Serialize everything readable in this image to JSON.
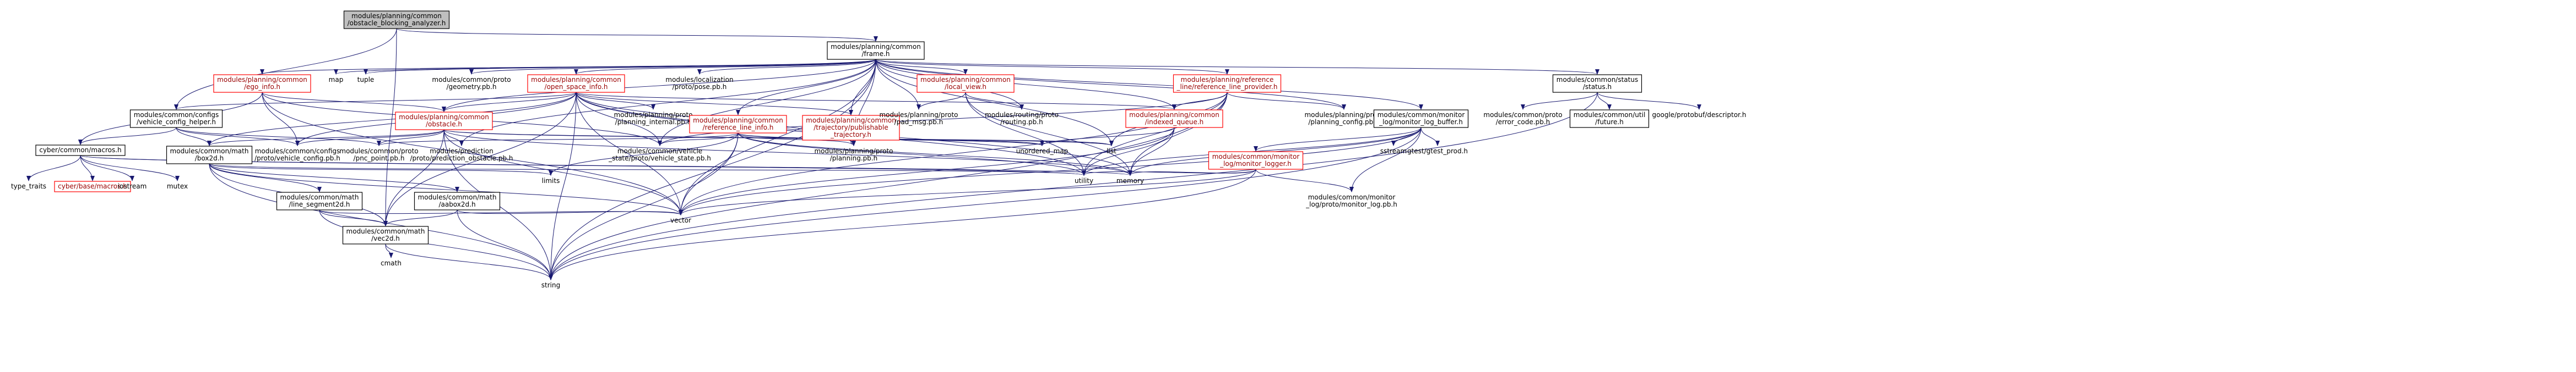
{
  "colors": {
    "edge": "#191970",
    "root_fill": "#bfbfbf",
    "missing_border": "#ff0000"
  },
  "nodes": [
    {
      "id": "root",
      "lines": [
        "modules/planning/common",
        "/obstacle_blocking_analyzer.h"
      ],
      "style": "root"
    },
    {
      "id": "frame",
      "lines": [
        "modules/planning/common",
        "/frame.h"
      ],
      "style": "normal"
    },
    {
      "id": "ego",
      "lines": [
        "modules/planning/common",
        "/ego_info.h"
      ],
      "style": "red"
    },
    {
      "id": "map",
      "lines": [
        "map"
      ],
      "style": "plain"
    },
    {
      "id": "tuple",
      "lines": [
        "tuple"
      ],
      "style": "plain"
    },
    {
      "id": "geometry",
      "lines": [
        "modules/common/proto",
        "/geometry.pb.h"
      ],
      "style": "plain"
    },
    {
      "id": "osi",
      "lines": [
        "modules/planning/common",
        "/open_space_info.h"
      ],
      "style": "red"
    },
    {
      "id": "pose",
      "lines": [
        "modules/localization",
        "/proto/pose.pb.h"
      ],
      "style": "plain"
    },
    {
      "id": "localview",
      "lines": [
        "modules/planning/common",
        "/local_view.h"
      ],
      "style": "red"
    },
    {
      "id": "rlp",
      "lines": [
        "modules/planning/reference",
        "_line/reference_line_provider.h"
      ],
      "style": "red"
    },
    {
      "id": "status",
      "lines": [
        "modules/common/status",
        "/status.h"
      ],
      "style": "normal"
    },
    {
      "id": "vch",
      "lines": [
        "modules/common/configs",
        "/vehicle_config_helper.h"
      ],
      "style": "normal"
    },
    {
      "id": "obstacle",
      "lines": [
        "modules/planning/common",
        "/obstacle.h"
      ],
      "style": "red"
    },
    {
      "id": "pinternal",
      "lines": [
        "modules/planning/proto",
        "/planning_internal.pb.h"
      ],
      "style": "plain"
    },
    {
      "id": "rli",
      "lines": [
        "modules/planning/common",
        "/reference_line_info.h"
      ],
      "style": "red"
    },
    {
      "id": "traj",
      "lines": [
        "modules/planning/common",
        "/trajectory/publishable",
        "_trajectory.h"
      ],
      "style": "red"
    },
    {
      "id": "padmsg",
      "lines": [
        "modules/planning/proto",
        "/pad_msg.pb.h"
      ],
      "style": "plain"
    },
    {
      "id": "routing",
      "lines": [
        "modules/routing/proto",
        "/routing.pb.h"
      ],
      "style": "plain"
    },
    {
      "id": "iqueue",
      "lines": [
        "modules/planning/common",
        "/indexed_queue.h"
      ],
      "style": "red"
    },
    {
      "id": "pconfig",
      "lines": [
        "modules/planning/proto",
        "/planning_config.pb.h"
      ],
      "style": "plain"
    },
    {
      "id": "mlb",
      "lines": [
        "modules/common/monitor",
        "_log/monitor_log_buffer.h"
      ],
      "style": "normal"
    },
    {
      "id": "errcode",
      "lines": [
        "modules/common/proto",
        "/error_code.pb.h"
      ],
      "style": "plain"
    },
    {
      "id": "future",
      "lines": [
        "modules/common/util",
        "/future.h"
      ],
      "style": "normal"
    },
    {
      "id": "descriptor",
      "lines": [
        "google/protobuf/descriptor.h"
      ],
      "style": "plain"
    },
    {
      "id": "macros",
      "lines": [
        "cyber/common/macros.h"
      ],
      "style": "normal"
    },
    {
      "id": "box2d",
      "lines": [
        "modules/common/math",
        "/box2d.h"
      ],
      "style": "normal"
    },
    {
      "id": "vconfig",
      "lines": [
        "modules/common/configs",
        "/proto/vehicle_config.pb.h"
      ],
      "style": "plain"
    },
    {
      "id": "pncpoint",
      "lines": [
        "modules/common/proto",
        "/pnc_point.pb.h"
      ],
      "style": "plain"
    },
    {
      "id": "predobs",
      "lines": [
        "modules/prediction",
        "/proto/prediction_obstacle.pb.h"
      ],
      "style": "plain"
    },
    {
      "id": "vstate",
      "lines": [
        "modules/common/vehicle",
        "_state/proto/vehicle_state.pb.h"
      ],
      "style": "plain"
    },
    {
      "id": "planningpb",
      "lines": [
        "modules/planning/proto",
        "/planning.pb.h"
      ],
      "style": "plain"
    },
    {
      "id": "umap",
      "lines": [
        "unordered_map"
      ],
      "style": "plain"
    },
    {
      "id": "list",
      "lines": [
        "list"
      ],
      "style": "plain"
    },
    {
      "id": "sstream",
      "lines": [
        "sstream"
      ],
      "style": "plain"
    },
    {
      "id": "gtest",
      "lines": [
        "gtest/gtest_prod.h"
      ],
      "style": "plain"
    },
    {
      "id": "mlogger",
      "lines": [
        "modules/common/monitor",
        "_log/monitor_logger.h"
      ],
      "style": "red"
    },
    {
      "id": "typetraits",
      "lines": [
        "type_traits"
      ],
      "style": "plain"
    },
    {
      "id": "cybermacros",
      "lines": [
        "cyber/base/macros.h"
      ],
      "style": "red"
    },
    {
      "id": "iostream",
      "lines": [
        "iostream"
      ],
      "style": "plain"
    },
    {
      "id": "mutex",
      "lines": [
        "mutex"
      ],
      "style": "plain"
    },
    {
      "id": "limits",
      "lines": [
        "limits"
      ],
      "style": "plain"
    },
    {
      "id": "lineseg",
      "lines": [
        "modules/common/math",
        "/line_segment2d.h"
      ],
      "style": "normal"
    },
    {
      "id": "aabox",
      "lines": [
        "modules/common/math",
        "/aabox2d.h"
      ],
      "style": "normal"
    },
    {
      "id": "utility",
      "lines": [
        "utility"
      ],
      "style": "plain"
    },
    {
      "id": "memory",
      "lines": [
        "memory"
      ],
      "style": "plain"
    },
    {
      "id": "mlogpb",
      "lines": [
        "modules/common/monitor",
        "_log/proto/monitor_log.pb.h"
      ],
      "style": "plain"
    },
    {
      "id": "vector",
      "lines": [
        "vector"
      ],
      "style": "plain"
    },
    {
      "id": "vec2d",
      "lines": [
        "modules/common/math",
        "/vec2d.h"
      ],
      "style": "normal"
    },
    {
      "id": "cmath",
      "lines": [
        "cmath"
      ],
      "style": "plain"
    },
    {
      "id": "string",
      "lines": [
        "string"
      ],
      "style": "plain"
    }
  ],
  "edges": [
    [
      "root",
      "frame"
    ],
    [
      "root",
      "vch"
    ],
    [
      "root",
      "vec2d"
    ],
    [
      "frame",
      "ego"
    ],
    [
      "frame",
      "map"
    ],
    [
      "frame",
      "tuple"
    ],
    [
      "frame",
      "geometry"
    ],
    [
      "frame",
      "osi"
    ],
    [
      "frame",
      "pose"
    ],
    [
      "frame",
      "localview"
    ],
    [
      "frame",
      "rlp"
    ],
    [
      "frame",
      "status"
    ],
    [
      "frame",
      "obstacle"
    ],
    [
      "frame",
      "rli"
    ],
    [
      "frame",
      "traj"
    ],
    [
      "frame",
      "padmsg"
    ],
    [
      "frame",
      "routing"
    ],
    [
      "frame",
      "iqueue"
    ],
    [
      "frame",
      "pconfig"
    ],
    [
      "frame",
      "mlb"
    ],
    [
      "frame",
      "list"
    ],
    [
      "frame",
      "string"
    ],
    [
      "frame",
      "vector"
    ],
    [
      "frame",
      "predobs"
    ],
    [
      "frame",
      "vstate"
    ],
    [
      "frame",
      "planningpb"
    ],
    [
      "ego",
      "macros"
    ],
    [
      "ego",
      "vconfig"
    ],
    [
      "ego",
      "obstacle"
    ],
    [
      "ego",
      "vstate"
    ],
    [
      "ego",
      "vector"
    ],
    [
      "osi",
      "vch"
    ],
    [
      "osi",
      "obstacle"
    ],
    [
      "osi",
      "pinternal"
    ],
    [
      "osi",
      "vconfig"
    ],
    [
      "osi",
      "vstate"
    ],
    [
      "osi",
      "planningpb"
    ],
    [
      "osi",
      "vector"
    ],
    [
      "osi",
      "string"
    ],
    [
      "osi",
      "utility"
    ],
    [
      "osi",
      "memory"
    ],
    [
      "osi",
      "traj"
    ],
    [
      "osi",
      "iqueue"
    ],
    [
      "osi",
      "vec2d"
    ],
    [
      "osi",
      "box2d"
    ],
    [
      "localview",
      "padmsg"
    ],
    [
      "localview",
      "routing"
    ],
    [
      "localview",
      "memory"
    ],
    [
      "localview",
      "utility"
    ],
    [
      "rlp",
      "iqueue"
    ],
    [
      "rlp",
      "pconfig"
    ],
    [
      "rlp",
      "utility"
    ],
    [
      "rlp",
      "memory"
    ],
    [
      "rlp",
      "string"
    ],
    [
      "rlp",
      "vector"
    ],
    [
      "rlp",
      "list"
    ],
    [
      "rlp",
      "vstate"
    ],
    [
      "status",
      "errcode"
    ],
    [
      "status",
      "future"
    ],
    [
      "status",
      "descriptor"
    ],
    [
      "status",
      "string"
    ],
    [
      "vch",
      "macros"
    ],
    [
      "vch",
      "vconfig"
    ],
    [
      "vch",
      "box2d"
    ],
    [
      "vch",
      "pncpoint"
    ],
    [
      "obstacle",
      "vconfig"
    ],
    [
      "obstacle",
      "pncpoint"
    ],
    [
      "obstacle",
      "predobs"
    ],
    [
      "obstacle",
      "box2d"
    ],
    [
      "obstacle",
      "vec2d"
    ],
    [
      "obstacle",
      "list"
    ],
    [
      "obstacle",
      "umap"
    ],
    [
      "obstacle",
      "memory"
    ],
    [
      "obstacle",
      "string"
    ],
    [
      "obstacle",
      "vector"
    ],
    [
      "rli",
      "vstate"
    ],
    [
      "rli",
      "planningpb"
    ],
    [
      "rli",
      "pncpoint"
    ],
    [
      "rli",
      "limits"
    ],
    [
      "rli",
      "vector"
    ],
    [
      "rli",
      "string"
    ],
    [
      "rli",
      "memory"
    ],
    [
      "rli",
      "utility"
    ],
    [
      "rli",
      "list"
    ],
    [
      "rli",
      "umap"
    ],
    [
      "traj",
      "planningpb"
    ],
    [
      "iqueue",
      "umap"
    ],
    [
      "iqueue",
      "memory"
    ],
    [
      "iqueue",
      "utility"
    ],
    [
      "iqueue",
      "vector"
    ],
    [
      "mlb",
      "mlogger"
    ],
    [
      "mlb",
      "sstream"
    ],
    [
      "mlb",
      "gtest"
    ],
    [
      "mlb",
      "mlogpb"
    ],
    [
      "mlb",
      "string"
    ],
    [
      "mlb",
      "vector"
    ],
    [
      "mlb",
      "memory"
    ],
    [
      "mlb",
      "utility"
    ],
    [
      "mlogger",
      "mlogpb"
    ],
    [
      "mlogger",
      "vector"
    ],
    [
      "mlogger",
      "string"
    ],
    [
      "mlogger",
      "memory"
    ],
    [
      "mlogger",
      "utility"
    ],
    [
      "macros",
      "typetraits"
    ],
    [
      "macros",
      "cybermacros"
    ],
    [
      "macros",
      "iostream"
    ],
    [
      "macros",
      "mutex"
    ],
    [
      "macros",
      "memory"
    ],
    [
      "macros",
      "utility"
    ],
    [
      "box2d",
      "lineseg"
    ],
    [
      "box2d",
      "aabox"
    ],
    [
      "box2d",
      "vec2d"
    ],
    [
      "box2d",
      "limits"
    ],
    [
      "box2d",
      "string"
    ],
    [
      "box2d",
      "vector"
    ],
    [
      "box2d",
      "utility"
    ],
    [
      "lineseg",
      "vec2d"
    ],
    [
      "lineseg",
      "string"
    ],
    [
      "lineseg",
      "vector"
    ],
    [
      "aabox",
      "vec2d"
    ],
    [
      "aabox",
      "string"
    ],
    [
      "aabox",
      "vector"
    ],
    [
      "vec2d",
      "cmath"
    ],
    [
      "vec2d",
      "string"
    ]
  ]
}
